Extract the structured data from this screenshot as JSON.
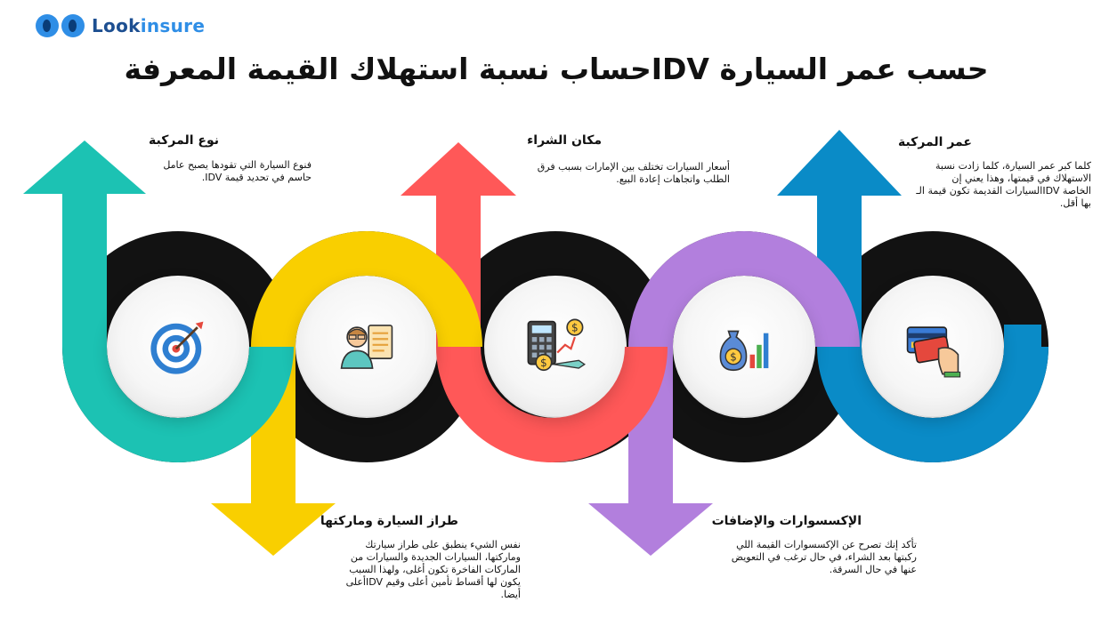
{
  "brand": {
    "name_part1": "Look",
    "name_part2": "insure",
    "logo_icon": "two-circles-logo-icon"
  },
  "title": "حسب عمر السيارة IDVحساب نسبة استهلاك القيمة المعرفة",
  "colors": {
    "teal": "#1cc2b3",
    "yellow": "#f9cf00",
    "red": "#ff5858",
    "purple": "#b27fdd",
    "blue": "#0a8bc7",
    "black": "#121212"
  },
  "steps": [
    {
      "heading": "نوع المركبة",
      "lines": [
        "فنوع السيارة التي تقودها يصبح عامل",
        "حاسم في تحديد قيمة IDV."
      ],
      "icon": "target-icon",
      "color": "teal"
    },
    {
      "heading": "طراز السيارة وماركتها",
      "lines": [
        "نفس الشيء ينطبق على طراز سيارتك",
        "وماركتها، السيارات الجديدة والسيارات من",
        "الماركات الفاخرة تكون أغلى، ولهذا السبب",
        "يكون لها أقساط تأمين أعلى وقيم IDVأعلى",
        "أيضا."
      ],
      "icon": "businessman-document-icon",
      "color": "yellow"
    },
    {
      "heading": "مكان الشراء",
      "lines": [
        "أسعار السيارات تختلف بين الإمارات بسبب فرق",
        "الطلب واتجاهات إعادة البيع."
      ],
      "icon": "calculator-money-icon",
      "color": "red"
    },
    {
      "heading": "الإكسسوارات والإضافات",
      "lines": [
        "تأكد إنك تصرح عن الإكسسوارات القيمة اللي",
        "ركبتها بعد الشراء، في حال ترغب في التعويض",
        "عنها في حال السرقة."
      ],
      "icon": "money-bag-chart-icon",
      "color": "purple"
    },
    {
      "heading": "عمر المركبة",
      "lines": [
        "كلما كبر عمر السيارة، كلما زادت نسبة",
        "الاستهلاك في قيمتها، وهذا يعني إن",
        "الخاصة IDVالسيارات القديمة تكون قيمة الـ",
        "بها أقل."
      ],
      "icon": "credit-card-hand-icon",
      "color": "blue"
    }
  ]
}
